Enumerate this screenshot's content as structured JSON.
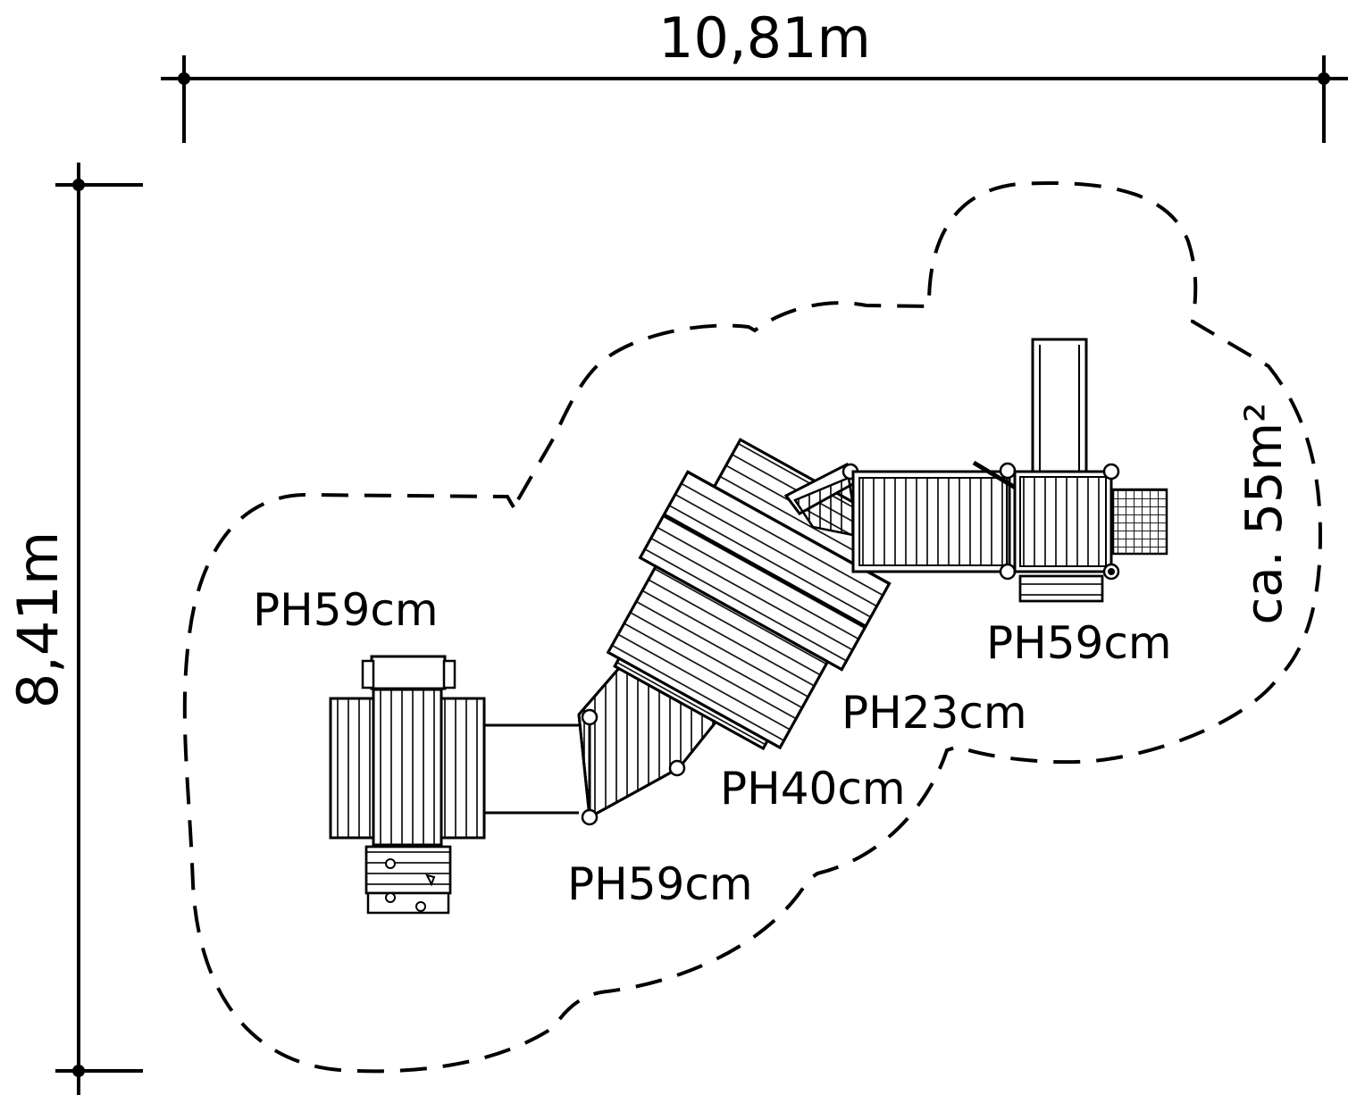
{
  "dimensions": {
    "width": "10,81m",
    "depth": "8,41m",
    "area": "ca. 55m²"
  },
  "labels": {
    "left_tower_height": "PH59cm",
    "lower_tower_height": "PH59cm",
    "bridge_height": "PH40cm",
    "upper_bridge_height": "PH23cm",
    "right_tower_height": "PH59cm"
  },
  "colors": {
    "ink": "#000000",
    "background": "#ffffff"
  }
}
